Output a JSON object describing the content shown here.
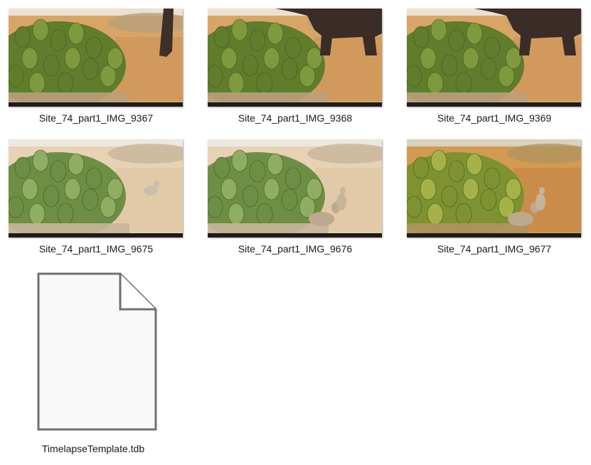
{
  "files": [
    {
      "name": "Site_74_part1_IMG_9367",
      "scene": "elephant-leg",
      "palette": "warm"
    },
    {
      "name": "Site_74_part1_IMG_9368",
      "scene": "elephant",
      "palette": "warm"
    },
    {
      "name": "Site_74_part1_IMG_9369",
      "scene": "elephant",
      "palette": "warm"
    },
    {
      "name": "Site_74_part1_IMG_9675",
      "scene": "dikdik-one",
      "palette": "pale"
    },
    {
      "name": "Site_74_part1_IMG_9676",
      "scene": "dikdik-two",
      "palette": "pale"
    },
    {
      "name": "Site_74_part1_IMG_9677",
      "scene": "dikdik-two",
      "palette": "rich"
    }
  ],
  "document": {
    "name": "TimelapseTemplate.tdb",
    "icon": "generic-file-icon"
  }
}
